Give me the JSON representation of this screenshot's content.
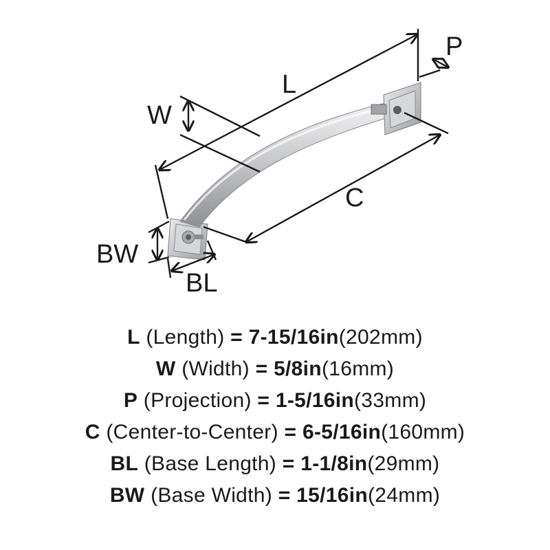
{
  "diagram": {
    "labels": {
      "L": "L",
      "W": "W",
      "P": "P",
      "C": "C",
      "BW": "BW",
      "BL": "BL"
    }
  },
  "specs": [
    {
      "code": "L",
      "name": "(Length)",
      "eq": "=",
      "imperial": "7-15/16in",
      "metric": "(202mm)"
    },
    {
      "code": "W",
      "name": "(Width)",
      "eq": "=",
      "imperial": "5/8in",
      "metric": "(16mm)"
    },
    {
      "code": "P",
      "name": "(Projection)",
      "eq": "=",
      "imperial": "1-5/16in",
      "metric": "(33mm)"
    },
    {
      "code": "C",
      "name": "(Center-to-Center)",
      "eq": "=",
      "imperial": "6-5/16in",
      "metric": "(160mm)"
    },
    {
      "code": "BL",
      "name": "(Base Length)",
      "eq": "=",
      "imperial": "1-1/8in",
      "metric": "(29mm)"
    },
    {
      "code": "BW",
      "name": "(Base Width)",
      "eq": "=",
      "imperial": "15/16in",
      "metric": "(24mm)"
    }
  ],
  "colors": {
    "ink": "#1a1a1a",
    "metal_light": "#e4e4e6",
    "metal_mid": "#b9babd",
    "metal_dark": "#7d7e82"
  }
}
